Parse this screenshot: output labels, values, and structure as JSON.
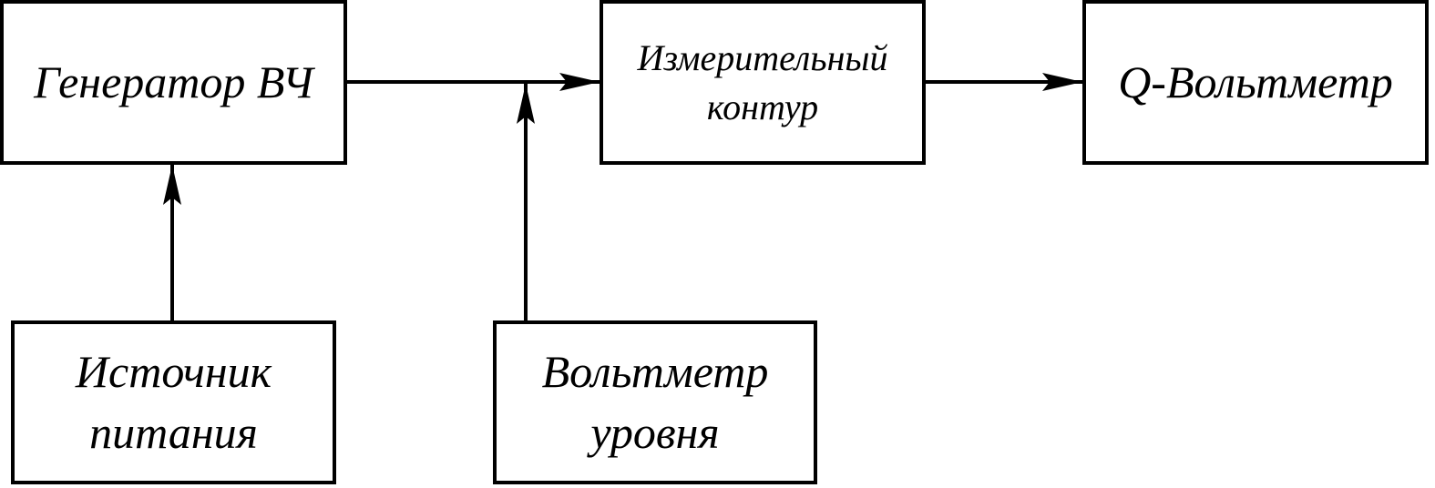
{
  "blocks": {
    "generator": {
      "text": "Генератор ВЧ"
    },
    "contour": {
      "line1": "Измерительный",
      "line2": "контур"
    },
    "qvoltmeter": {
      "text": "Q-Вольтметр"
    },
    "power": {
      "line1": "Источник",
      "line2": "питания"
    },
    "levelmeter": {
      "line1": "Вольтметр",
      "line2": "уровня"
    }
  },
  "connections": [
    {
      "from": "generator",
      "to": "contour"
    },
    {
      "from": "contour",
      "to": "qvoltmeter"
    },
    {
      "from": "power",
      "to": "generator"
    },
    {
      "from": "levelmeter",
      "to": "generator-contour-line"
    }
  ],
  "colors": {
    "stroke": "#000000",
    "background": "#ffffff"
  }
}
